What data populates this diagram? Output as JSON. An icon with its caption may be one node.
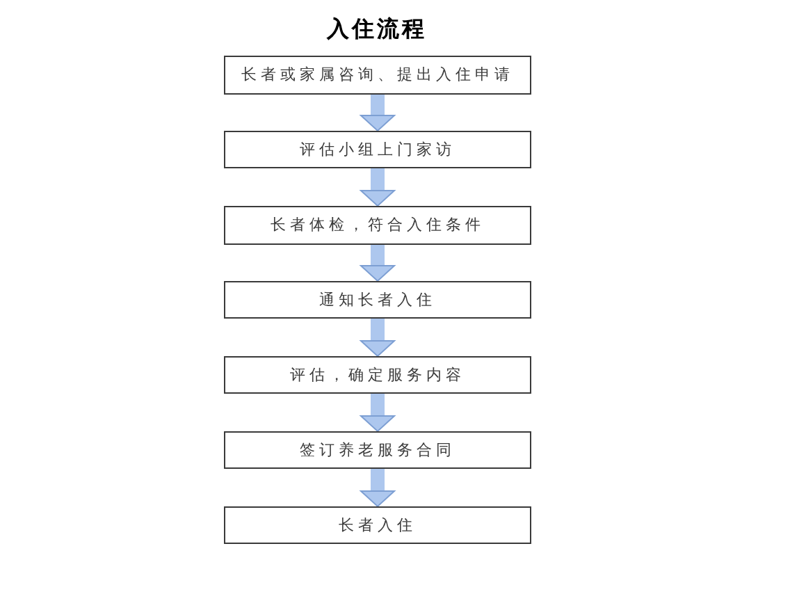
{
  "diagram": {
    "title": "入住流程",
    "nodes": [
      {
        "text": [
          "长者或家属咨询、提出入住申请"
        ]
      },
      {
        "text": [
          "评估小组上门家访"
        ]
      },
      {
        "text": [
          "长者体检，符合入住条件"
        ]
      },
      {
        "text": [
          "通知长者入住"
        ]
      },
      {
        "text": [
          "评估，确定服务内容"
        ]
      },
      {
        "text": [
          "签订养老服务合同"
        ]
      },
      {
        "text": [
          "长者入住"
        ]
      }
    ],
    "edges": [
      {
        "from": 0,
        "to": 1,
        "arrow": "to"
      },
      {
        "from": 1,
        "to": 2,
        "arrow": "to"
      },
      {
        "from": 2,
        "to": 3,
        "arrow": "to"
      },
      {
        "from": 3,
        "to": 4,
        "arrow": "to"
      },
      {
        "from": 4,
        "to": 5,
        "arrow": "to"
      },
      {
        "from": 5,
        "to": 6,
        "arrow": "to"
      }
    ]
  }
}
